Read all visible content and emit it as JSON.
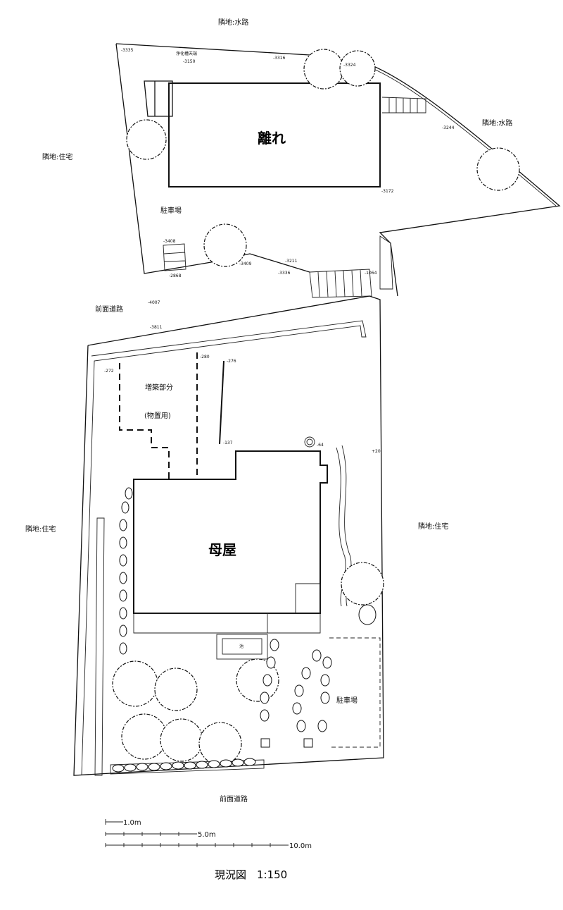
{
  "labels": {
    "neighbor_water_top": "隣地:水路",
    "neighbor_water_right": "隣地:水路",
    "neighbor_house_upper_left": "隣地:住宅",
    "neighbor_house_lower_left": "隣地:住宅",
    "neighbor_house_right": "隣地:住宅",
    "annex": "離れ",
    "main_house": "母屋",
    "parking_upper": "駐車場",
    "parking_lower": "駐車場",
    "front_road_middle": "前面道路",
    "front_road_bottom": "前面道路",
    "extension": "増築部分",
    "extension_use": "(物置用)",
    "septic_tank": "浄化槽天端",
    "pond": "池"
  },
  "elevations": {
    "e1": "-3335",
    "e2": "-3150",
    "e3": "-3316",
    "e4": "-3324",
    "e5": "-3244",
    "e6": "-3172",
    "e7": "-3408",
    "e8": "-2868",
    "e9": "-3409",
    "e10": "-3211",
    "e11": "-3336",
    "e12": "-1064",
    "e13": "-4007",
    "e14": "-3811",
    "e15": "-272",
    "e16": "-280",
    "e17": "-276",
    "e18": "-137",
    "e19": "-64",
    "e20": "+20"
  },
  "scale_bars": {
    "s1": "1.0m",
    "s2": "5.0m",
    "s3": "10.0m"
  },
  "title": "現況図　1:150"
}
